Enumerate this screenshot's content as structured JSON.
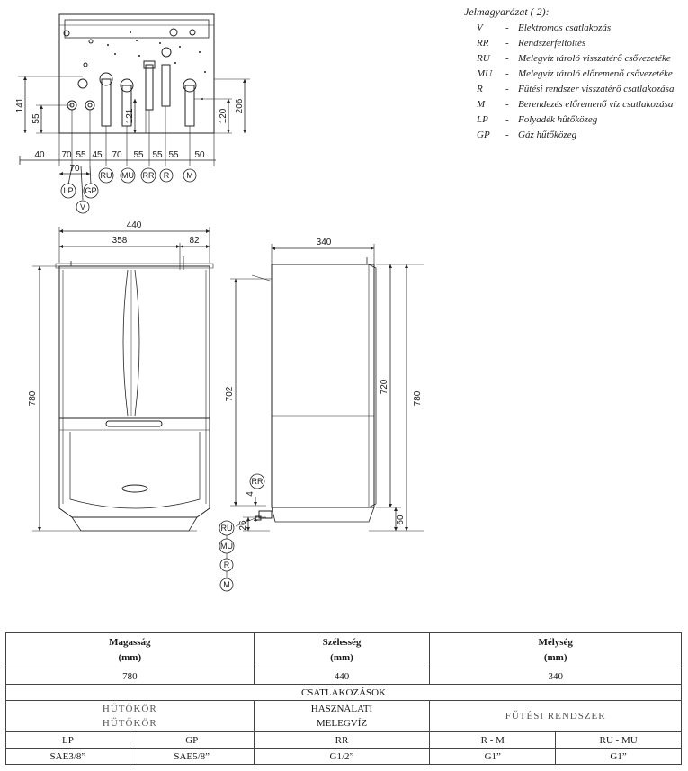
{
  "legend": {
    "title": "Jelmagyarázat ( 2):",
    "items": [
      {
        "code": "V",
        "text": "Elektromos csatlakozás"
      },
      {
        "code": "RR",
        "text": "Rendszerfeltöltés"
      },
      {
        "code": "RU",
        "text": "Melegvíz tároló visszatérő csővezetéke"
      },
      {
        "code": "MU",
        "text": "Melegvíz tároló előremenő csővezetéke"
      },
      {
        "code": "R",
        "text": "Fűtési rendszer visszatérő csatlakozása"
      },
      {
        "code": "M",
        "text": "Berendezés előremenő víz csatlakozása"
      },
      {
        "code": "LP",
        "text": "Folyadék hűtőközeg"
      },
      {
        "code": "GP",
        "text": "Gáz hűtőközeg"
      }
    ]
  },
  "bottom_view": {
    "widths": [
      "40",
      "70",
      "55",
      "45",
      "70",
      "55",
      "55",
      "55",
      "70",
      "50"
    ],
    "heights": [
      "141",
      "55",
      "121",
      "120",
      "206"
    ],
    "connectors": [
      "RU",
      "MU",
      "RR",
      "R",
      "M",
      "LP",
      "GP",
      "V"
    ]
  },
  "front_view": {
    "total_width": "440",
    "left_width": "358",
    "right_width": "82",
    "height": "780"
  },
  "side_view": {
    "depth": "340",
    "heights": [
      "702",
      "720",
      "780",
      "60",
      "4",
      "26"
    ],
    "connectors": [
      "RR",
      "RU",
      "MU",
      "R",
      "M"
    ]
  },
  "table": {
    "h_height": "Magasság",
    "h_width": "Szélesség",
    "h_depth": "Mélység",
    "unit": "(mm)",
    "v_height": "780",
    "v_width": "440",
    "v_depth": "340",
    "section": "CSATLAKOZÁSOK",
    "cooling_1": "HŰTŐKÖR",
    "cooling_2": "HŰTŐKÖR",
    "dhw_1": "HASZNÁLATI",
    "dhw_2": "MELEGVÍZ",
    "heating": "FŰTÉSI RENDSZER",
    "c_lp": "LP",
    "c_gp": "GP",
    "c_rr": "RR",
    "c_rm": "R - M",
    "c_rumu": "RU - MU",
    "s_lp": "SAE3/8”",
    "s_gp": "SAE5/8”",
    "s_rr": "G1/2”",
    "s_rm": "G1”",
    "s_rumu": "G1”"
  }
}
